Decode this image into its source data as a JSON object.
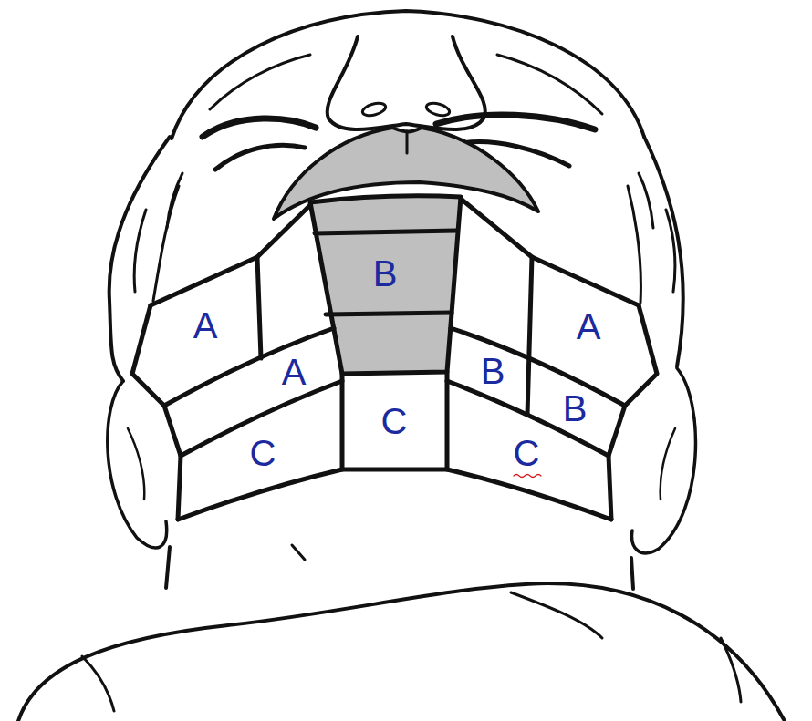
{
  "diagram": {
    "labels": [
      "B",
      "A",
      "A",
      "A",
      "B",
      "B",
      "C",
      "C",
      "C"
    ]
  }
}
